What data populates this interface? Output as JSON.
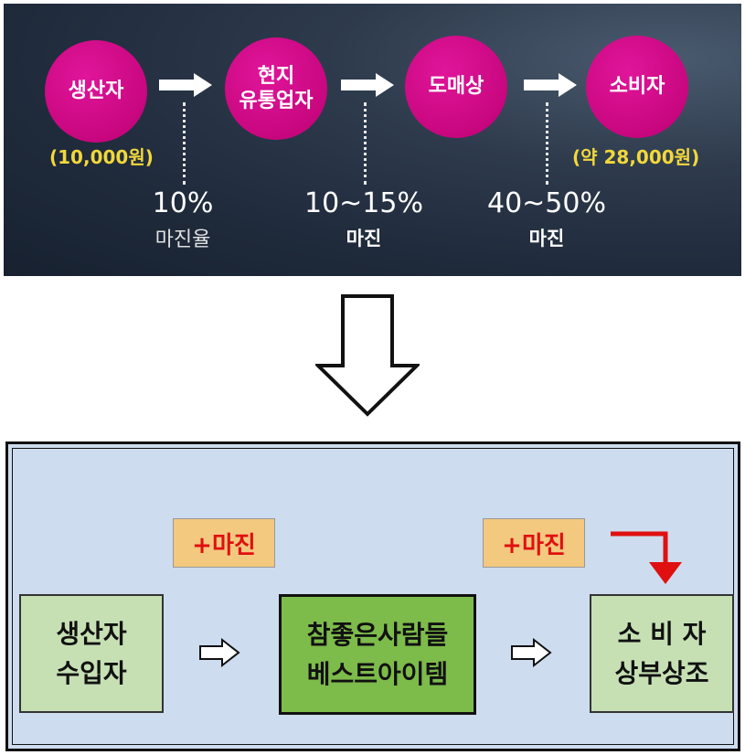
{
  "top_flow": {
    "stages": [
      {
        "id": "producer",
        "label": "생산자"
      },
      {
        "id": "local-distributor",
        "label": "현지\n유통업자"
      },
      {
        "id": "wholesaler",
        "label": "도매상"
      },
      {
        "id": "consumer",
        "label": "소비자"
      }
    ],
    "prices": {
      "producer": "(10,000원)",
      "consumer": "(약 28,000원)"
    },
    "margins": [
      {
        "percent": "10%",
        "label": "마진율"
      },
      {
        "percent": "10~15%",
        "label": "마진"
      },
      {
        "percent": "40~50%",
        "label": "마진"
      }
    ],
    "colors": {
      "circle": "#c8077f",
      "price": "#f2d83a",
      "background": "#1f2a3b"
    }
  },
  "bottom_flow": {
    "nodes": [
      {
        "id": "producer-importer",
        "label": "생산자\n수입자"
      },
      {
        "id": "company",
        "label": "참좋은사람들\n베스트아이템"
      },
      {
        "id": "consumer-mutual-aid",
        "label": "소 비 자\n상부상조"
      }
    ],
    "margin_tags": [
      "+마진",
      "+마진"
    ],
    "colors": {
      "panel": "#cddcee",
      "light_box": "#c6e0b4",
      "dark_box": "#7dbb4b",
      "margin_tag": "#f3c87f",
      "margin_text": "#e01010",
      "red_arrow": "#e01010"
    }
  }
}
